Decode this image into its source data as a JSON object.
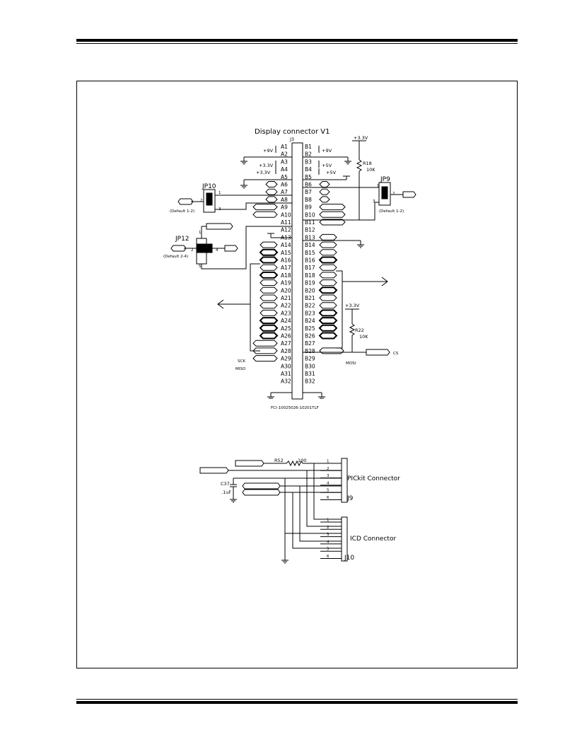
{
  "title": "Display connector  V1",
  "j3": {
    "ref": "J3",
    "part": "FCI-10025026-10201TLF",
    "a_pins": [
      "A1",
      "A2",
      "A3",
      "A4",
      "A5",
      "A6",
      "A7",
      "A8",
      "A9",
      "A10",
      "A11",
      "A12",
      "A13",
      "A14",
      "A15",
      "A16",
      "A17",
      "A18",
      "A19",
      "A20",
      "A21",
      "A22",
      "A23",
      "A24",
      "A25",
      "A26",
      "A27",
      "A28",
      "A29",
      "A30",
      "A31",
      "A32"
    ],
    "b_pins": [
      "B1",
      "B2",
      "B3",
      "B4",
      "B5",
      "B6",
      "B7",
      "B8",
      "B9",
      "B10",
      "B11",
      "B12",
      "B13",
      "B14",
      "B15",
      "B16",
      "B17",
      "B18",
      "B19",
      "B20",
      "B21",
      "B22",
      "B23",
      "B24",
      "B25",
      "B26",
      "B27",
      "B28",
      "B29",
      "B30",
      "B31",
      "B32"
    ]
  },
  "nets": {
    "plus9v_a": "+9V",
    "plus9v_b": "+9V",
    "plus3v3_a3": "+3.3V",
    "plus3v3_a4": "+3.3V",
    "plus5v_b3": "+5V",
    "plus5v_b4": "+5V",
    "plus3v3_top": "+3.3V",
    "plus3v3_mid": "+3.3V",
    "sck": "SCK",
    "miso": "MISO",
    "mosi": "MOSI",
    "cs": "CS"
  },
  "resistors": {
    "r18": "R18",
    "r18_value": "10K",
    "r22": "R22",
    "r22_value": "10K",
    "r52": "R52",
    "r52_value": "100"
  },
  "jumpers": {
    "jp10": "JP10",
    "jp10_default": "(Default 1-2)",
    "jp9": "JP9",
    "jp9_default": "(Default 1-2)",
    "jp12": "JP12",
    "jp12_default": "(Default 2-4)"
  },
  "capacitor": {
    "ref": "C37",
    "value": ".1uF"
  },
  "connectors": {
    "pickit_label": "PICkit Connector",
    "pickit_ref": "J9",
    "icd_label": "ICD Connector",
    "icd_ref": "J10",
    "pins": [
      "1",
      "2",
      "3",
      "4",
      "5",
      "6"
    ]
  },
  "jumper_pins": [
    "1",
    "2",
    "3",
    "4",
    "5"
  ]
}
